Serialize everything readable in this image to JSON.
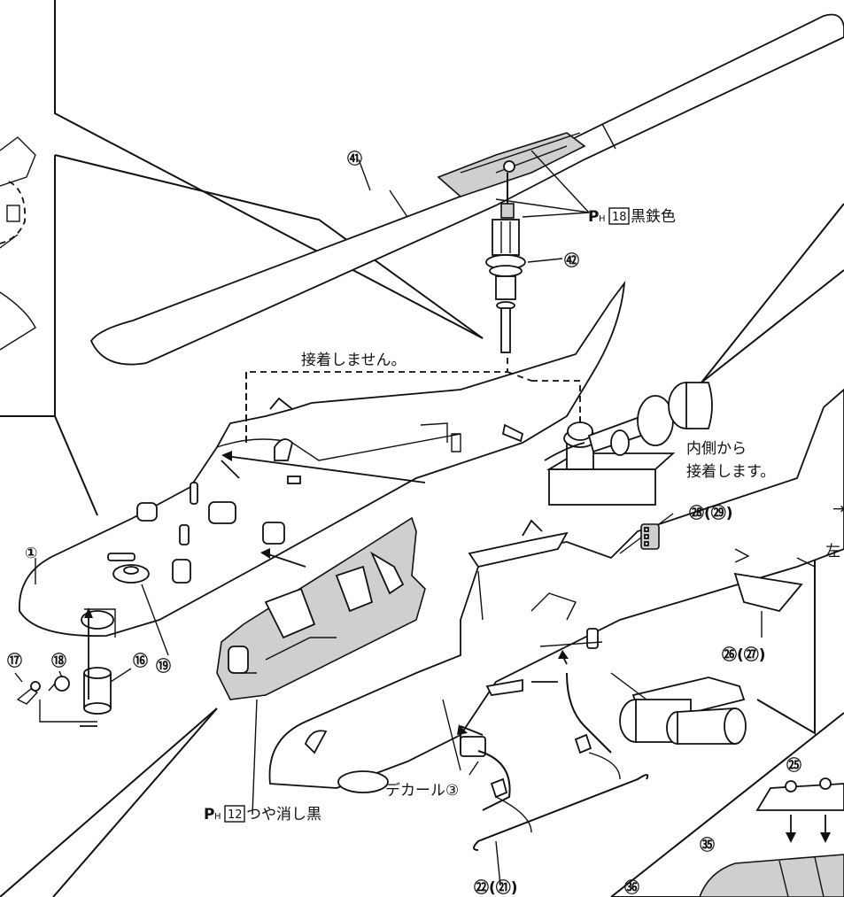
{
  "callouts": {
    "p41": "㊶",
    "p42": "㊷",
    "p1": "①",
    "p19": "⑲",
    "p17": "⑰",
    "p18": "⑱",
    "p16": "⑯",
    "p28_29": "㉘(㉙)",
    "p26_27": "㉖(㉗)",
    "p22_21": "㉒(㉑)",
    "p25": "㉕",
    "p35": "㉟",
    "p36": "㊱"
  },
  "notes": {
    "no_glue": "接着しません。",
    "glue_inside_1": "内側から",
    "glue_inside_2": "接着します。",
    "decal": "デカール③",
    "left_cut": "左",
    "arrow_glyph": "→"
  },
  "paint": {
    "p18_prefix": "P",
    "p18_sub": "H",
    "p18_num": "18",
    "p18_label": "黒鉄色",
    "p12_prefix": "P",
    "p12_sub": "H",
    "p12_num": "12",
    "p12_label": "つや消し黒"
  }
}
